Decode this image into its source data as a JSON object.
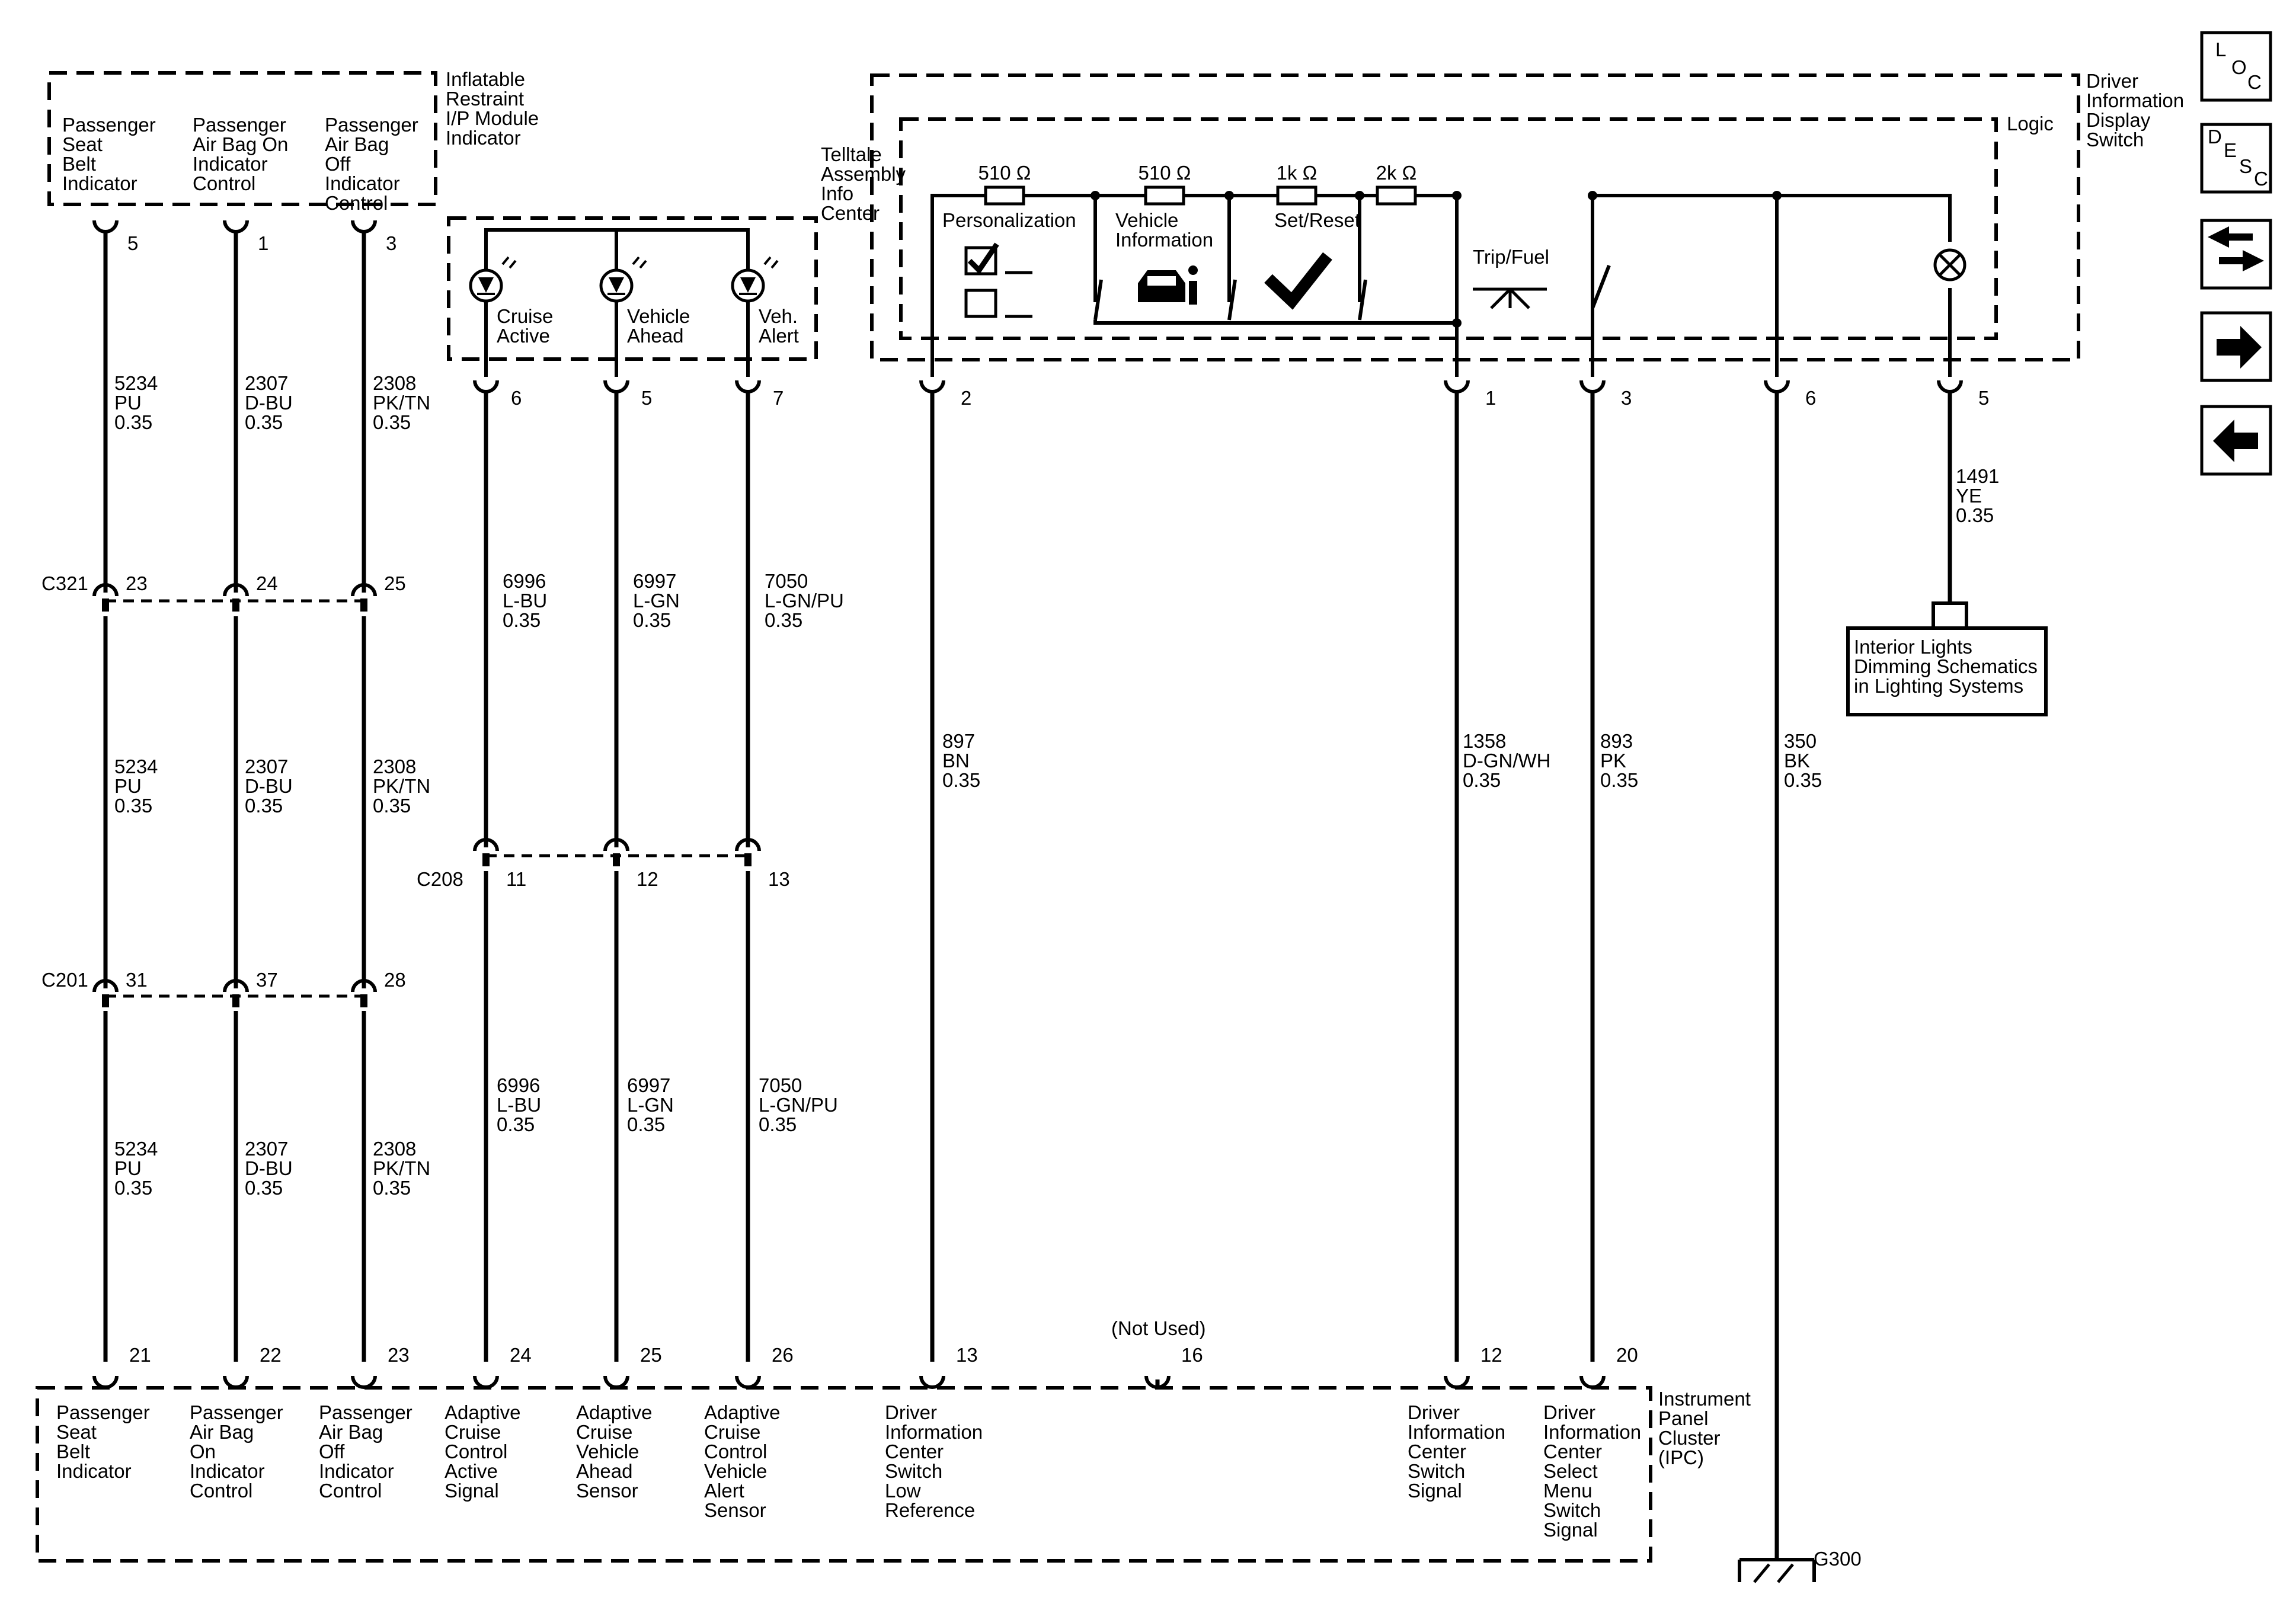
{
  "modules": {
    "airbag": {
      "title": [
        "Inflatable",
        "Restraint",
        "I/P Module",
        "Indicator"
      ],
      "labels": [
        [
          "Passenger",
          "Seat",
          "Belt",
          "Indicator"
        ],
        [
          "Passenger",
          "Air Bag On",
          "Indicator",
          "Control"
        ],
        [
          "Passenger",
          "Air Bag",
          "Off",
          "Indicator",
          "Control"
        ]
      ],
      "pins": [
        "5",
        "1",
        "3"
      ]
    },
    "telltale": {
      "title": [
        "Telltale",
        "Assembly",
        "Info",
        "Center"
      ],
      "labels": [
        [
          "Cruise",
          "Active"
        ],
        [
          "Vehicle",
          "Ahead"
        ],
        [
          "Veh.",
          "Alert"
        ]
      ],
      "pins": [
        "6",
        "5",
        "7"
      ]
    },
    "dids": {
      "title": [
        "Driver",
        "Information",
        "Display",
        "Switch"
      ],
      "logic": "Logic",
      "resistors": [
        "510 Ω",
        "510 Ω",
        "1k Ω",
        "2k Ω"
      ],
      "switches": [
        [
          "Personalization"
        ],
        [
          "Vehicle",
          "Information"
        ],
        [
          "Set/Reset"
        ]
      ],
      "trip_fuel": "Trip/Fuel",
      "pins": [
        "2",
        "1",
        "3",
        "6",
        "5"
      ]
    },
    "ipc": {
      "title": [
        "Instrument",
        "Panel",
        "Cluster",
        "(IPC)"
      ],
      "pins": [
        "21",
        "22",
        "23",
        "24",
        "25",
        "26",
        "13",
        "16",
        "12",
        "20"
      ],
      "not_used": "(Not Used)",
      "labels": [
        [
          "Passenger",
          "Seat",
          "Belt",
          "Indicator"
        ],
        [
          "Passenger",
          "Air Bag",
          "On",
          "Indicator",
          "Control"
        ],
        [
          "Passenger",
          "Air Bag",
          "Off",
          "Indicator",
          "Control"
        ],
        [
          "Adaptive",
          "Cruise",
          "Control",
          "Active",
          "Signal"
        ],
        [
          "Adaptive",
          "Cruise",
          "Vehicle",
          "Ahead",
          "Sensor"
        ],
        [
          "Adaptive",
          "Cruise",
          "Control",
          "Vehicle",
          "Alert",
          "Sensor"
        ],
        [
          "Driver",
          "Information",
          "Center",
          "Switch",
          "Low",
          "Reference"
        ],
        [
          "Driver",
          "Information",
          "Center",
          "Switch",
          "Signal"
        ],
        [
          "Driver",
          "Information",
          "Center",
          "Select",
          "Menu",
          "Switch",
          "Signal"
        ]
      ]
    }
  },
  "connectors": {
    "c321": {
      "name": "C321",
      "pins": [
        "23",
        "24",
        "25"
      ]
    },
    "c208": {
      "name": "C208",
      "pins": [
        "11",
        "12",
        "13"
      ]
    },
    "c201": {
      "name": "C201",
      "pins": [
        "31",
        "37",
        "28"
      ]
    }
  },
  "wires": {
    "airbag_top": [
      [
        "5234",
        "PU",
        "0.35"
      ],
      [
        "2307",
        "D-BU",
        "0.35"
      ],
      [
        "2308",
        "PK/TN",
        "0.35"
      ]
    ],
    "airbag_mid": [
      [
        "5234",
        "PU",
        "0.35"
      ],
      [
        "2307",
        "D-BU",
        "0.35"
      ],
      [
        "2308",
        "PK/TN",
        "0.35"
      ]
    ],
    "airbag_bot": [
      [
        "5234",
        "PU",
        "0.35"
      ],
      [
        "2307",
        "D-BU",
        "0.35"
      ],
      [
        "2308",
        "PK/TN",
        "0.35"
      ]
    ],
    "telltale_top": [
      [
        "6996",
        "L-BU",
        "0.35"
      ],
      [
        "6997",
        "L-GN",
        "0.35"
      ],
      [
        "7050",
        "L-GN/PU",
        "0.35"
      ]
    ],
    "telltale_bot": [
      [
        "6996",
        "L-BU",
        "0.35"
      ],
      [
        "6997",
        "L-GN",
        "0.35"
      ],
      [
        "7050",
        "L-GN/PU",
        "0.35"
      ]
    ],
    "dids": [
      [
        "897",
        "BN",
        "0.35"
      ],
      [
        "1358",
        "D-GN/WH",
        "0.35"
      ],
      [
        "893",
        "PK",
        "0.35"
      ],
      [
        "350",
        "BK",
        "0.35"
      ]
    ],
    "dim": [
      "1491",
      "YE",
      "0.35"
    ]
  },
  "interior_lights_box": [
    "Interior Lights",
    "Dimming Schematics",
    "in Lighting Systems"
  ],
  "ground": "G300",
  "nav": {
    "loc": [
      "L",
      "O",
      "C"
    ],
    "desc": [
      "D",
      "E",
      "S",
      "C"
    ]
  }
}
